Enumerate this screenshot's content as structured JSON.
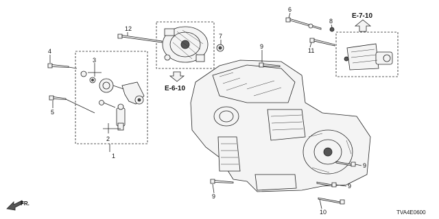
{
  "callouts": {
    "c1": "1",
    "c2": "2",
    "c3": "3",
    "c4": "4",
    "c5": "5",
    "c6": "6",
    "c7": "7",
    "c8": "8",
    "c9a": "9",
    "c9b": "9",
    "c9c": "9",
    "c9d": "9",
    "c10": "10",
    "c11": "11",
    "c12": "12"
  },
  "references": {
    "alternator_ref": "E-6-10",
    "starter_ref": "E-7-10"
  },
  "direction": "FR.",
  "diagram_code": "TVA4E0600"
}
